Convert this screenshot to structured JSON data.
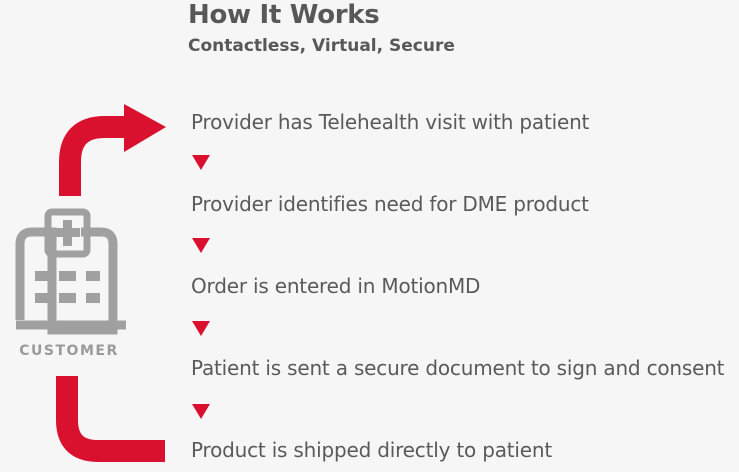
{
  "header": {
    "title": "How It Works",
    "subtitle": "Contactless, Virtual, Secure"
  },
  "customer": {
    "label": "CUSTOMER",
    "icon": "hospital-building-icon"
  },
  "steps": [
    {
      "label": "Provider has Telehealth visit with patient"
    },
    {
      "label": "Provider identifies need for DME product"
    },
    {
      "label": "Order is entered in MotionMD"
    },
    {
      "label": "Patient is sent a secure document to sign and consent"
    },
    {
      "label": "Product is shipped directly to patient"
    }
  ],
  "colors": {
    "accent": "#d9112f",
    "text": "#5a5a5a",
    "icon_gray": "#a0a0a0",
    "background": "#f6f6f6"
  }
}
